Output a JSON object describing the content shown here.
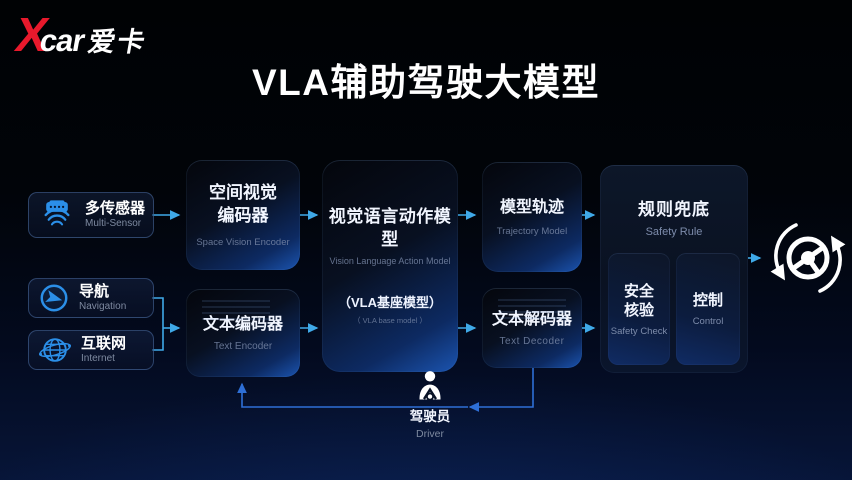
{
  "logo": {
    "x_mark": "X",
    "latin": "car",
    "chinese": "爱卡"
  },
  "title": "VLA辅助驾驶大模型",
  "inputs": [
    {
      "label": "多传感器",
      "sublabel": "Multi-Sensor",
      "icon": "sensor-waves-icon"
    },
    {
      "label": "导航",
      "sublabel": "Navigation",
      "icon": "navigation-arrow-icon"
    },
    {
      "label": "互联网",
      "sublabel": "Internet",
      "icon": "globe-orbit-icon"
    }
  ],
  "encoders": [
    {
      "label": "空间视觉\n编码器",
      "sublabel": "Space Vision Encoder"
    },
    {
      "label": "文本编码器",
      "sublabel": "Text Encoder"
    }
  ],
  "core": {
    "label": "视觉语言动作模型",
    "sublabel": "Vision Language Action Model",
    "base_label": "（VLA基座模型）",
    "base_sublabel": "（ VLA base model ）"
  },
  "outputs": [
    {
      "label": "模型轨迹",
      "sublabel": "Trajectory Model"
    },
    {
      "label": "文本解码器",
      "sublabel": "Text  Decoder"
    }
  ],
  "safety": {
    "label": "规则兜底",
    "sublabel": "Safety Rule",
    "checks": [
      {
        "label": "安全\n核验",
        "sublabel": "Safety Check"
      },
      {
        "label": "控制",
        "sublabel": "Control"
      }
    ]
  },
  "driver": {
    "label": "驾驶员",
    "sublabel": "Driver"
  },
  "colors": {
    "accent_cyan": "#3fa9e8",
    "wire_blue": "#2e6fd6",
    "icon_blue": "#2b8fe8",
    "logo_red": "#e8192c",
    "node_blue": "#1b54b0"
  }
}
